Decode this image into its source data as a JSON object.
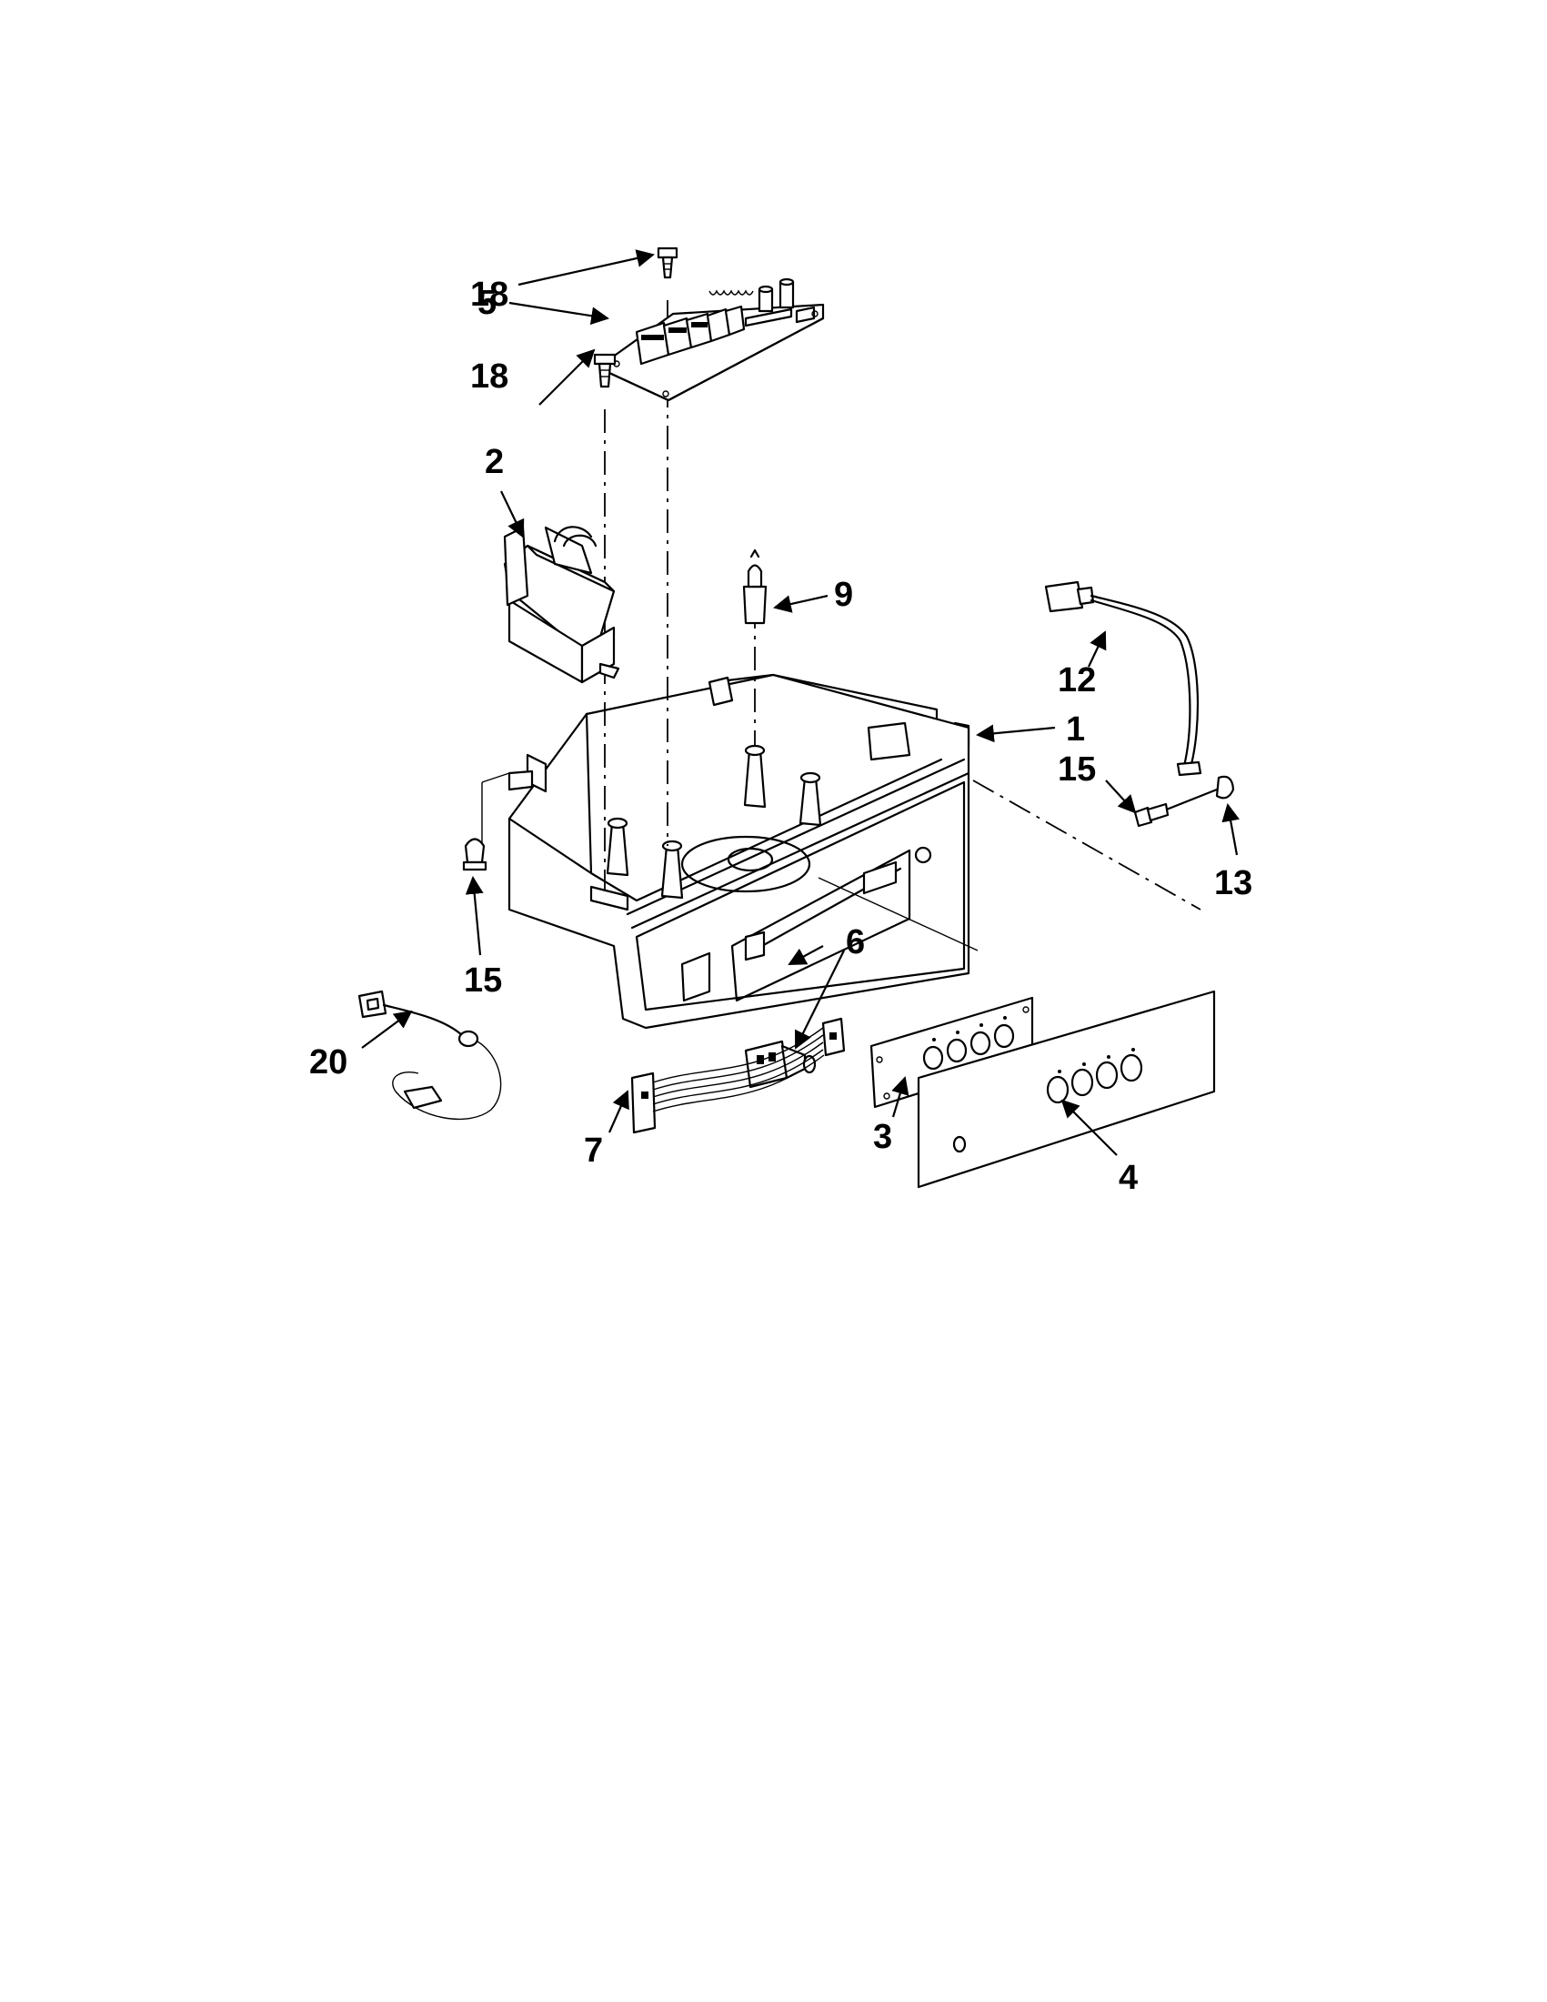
{
  "diagram": {
    "callouts": [
      {
        "id": "c18a",
        "label": "18"
      },
      {
        "id": "c5",
        "label": "5"
      },
      {
        "id": "c18b",
        "label": "18"
      },
      {
        "id": "c2",
        "label": "2"
      },
      {
        "id": "c9",
        "label": "9"
      },
      {
        "id": "c12",
        "label": "12"
      },
      {
        "id": "c1",
        "label": "1"
      },
      {
        "id": "c15a",
        "label": "15"
      },
      {
        "id": "c13",
        "label": "13"
      },
      {
        "id": "c6",
        "label": "6"
      },
      {
        "id": "c15b",
        "label": "15"
      },
      {
        "id": "c20",
        "label": "20"
      },
      {
        "id": "c7",
        "label": "7"
      },
      {
        "id": "c3",
        "label": "3"
      },
      {
        "id": "c4",
        "label": "4"
      }
    ]
  }
}
